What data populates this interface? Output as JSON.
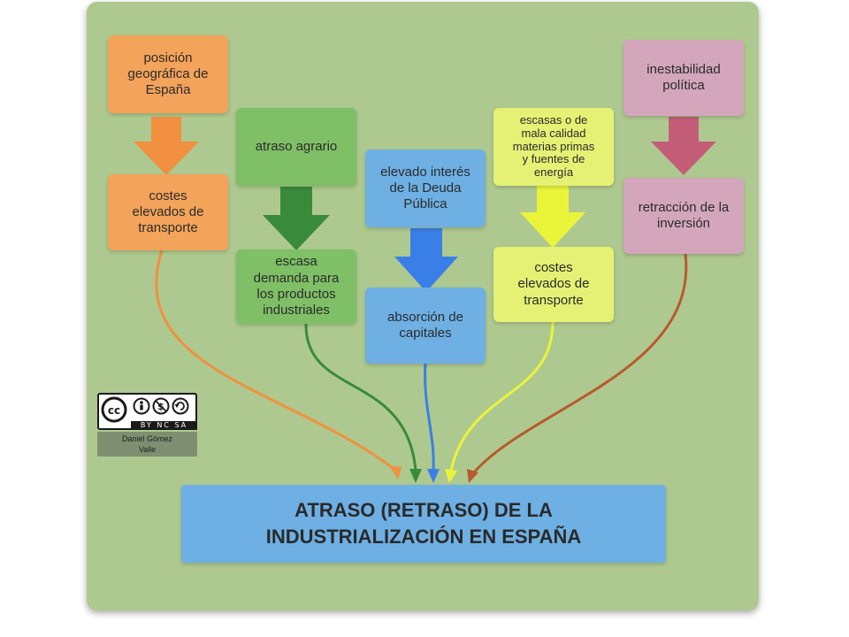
{
  "diagram": {
    "nodes": {
      "geo_position": "posición\ngeográfica de\nEspaña",
      "transport_costs_1": "costes\nelevados de\ntransporte",
      "agrarian_backwardness": "atraso agrario",
      "low_demand": "escasa\ndemanda para\nlos productos\nindustriales",
      "public_debt_interest": "elevado interés\nde la Deuda\nPública",
      "capital_absorption": "absorción de\ncapitales",
      "raw_materials": "escasas o de\nmala calidad\nmaterias primas\ny fuentes de\nenergía",
      "transport_costs_2": "costes\nelevados de\ntransporte",
      "political_instability": "inestabilidad\npolítica",
      "investment_retraction": "retracción de la\ninversión"
    },
    "result": "ATRASO (RETRASO) DE LA\nINDUSTRIALIZACIÓN EN ESPAÑA",
    "colors": {
      "background": "#aec98f",
      "orange": "#f3a35a",
      "orange_arrow": "#f09040",
      "green": "#7fbf66",
      "green_arrow": "#3a8a3c",
      "blue": "#6eb0e4",
      "blue_arrow": "#3a7fe8",
      "yellow": "#e4f174",
      "yellow_arrow": "#eaf53a",
      "pink": "#d4a6bb",
      "pink_arrow": "#c45e78",
      "brown_link": "#b85a2e"
    }
  },
  "license": {
    "icons": [
      "cc-icon",
      "by-icon",
      "nc-icon",
      "sa-icon"
    ],
    "terms": "BY NC SA",
    "author": "Daniel Gómez\nValle"
  }
}
